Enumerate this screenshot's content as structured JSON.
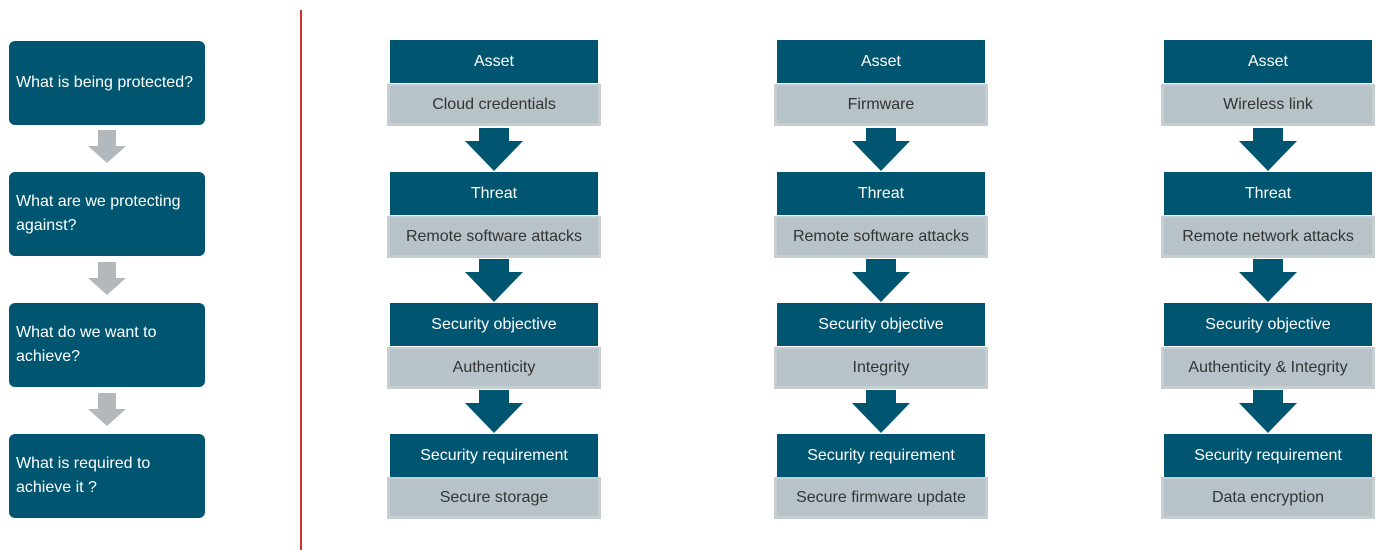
{
  "colors": {
    "dark_teal": "#005670",
    "light_gray": "#b8c3c9",
    "arrow_gray": "#b3b8bd",
    "divider_red": "#d32f2f"
  },
  "questions": [
    {
      "line1": "What is being protected?",
      "line2": ""
    },
    {
      "line1": "What are we  protecting",
      "line2": "against?"
    },
    {
      "line1": "What do we want to",
      "line2": "achieve?"
    },
    {
      "line1": "What is required to",
      "line2": "achieve it ?"
    }
  ],
  "columns": [
    {
      "asset_label": "Asset",
      "asset_value": "Cloud credentials",
      "threat_label": "Threat",
      "threat_value": "Remote software attacks",
      "objective_label": "Security objective",
      "objective_value": "Authenticity",
      "requirement_label": "Security requirement",
      "requirement_value": "Secure storage"
    },
    {
      "asset_label": "Asset",
      "asset_value": "Firmware",
      "threat_label": "Threat",
      "threat_value": "Remote software attacks",
      "objective_label": "Security objective",
      "objective_value": "Integrity",
      "requirement_label": "Security requirement",
      "requirement_value": "Secure firmware update"
    },
    {
      "asset_label": "Asset",
      "asset_value": "Wireless link",
      "threat_label": "Threat",
      "threat_value": "Remote network attacks",
      "objective_label": "Security objective",
      "objective_value": "Authenticity & Integrity",
      "requirement_label": "Security requirement",
      "requirement_value": "Data encryption"
    }
  ]
}
